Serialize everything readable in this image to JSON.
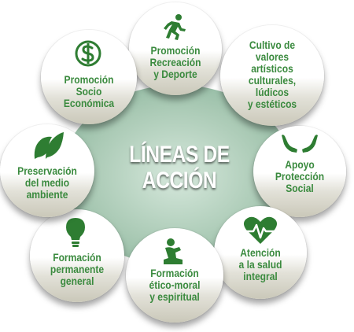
{
  "hub": {
    "title_line1": "LÍNEAS DE",
    "title_line2": "ACCIÓN"
  },
  "nodes": [
    {
      "lines": [
        "Promoción",
        "Recreación",
        "y Deporte"
      ],
      "icon": "running-person-icon"
    },
    {
      "lines": [
        "Cultivo de",
        "valores",
        "artísticos",
        "culturales,",
        "lúdicos",
        "y estéticos"
      ],
      "icon": ""
    },
    {
      "lines": [
        "Apoyo",
        "Protección",
        "Social"
      ],
      "icon": "caring-hands-icon"
    },
    {
      "lines": [
        "Atención",
        "a la salud",
        "integral"
      ],
      "icon": "heart-pulse-icon"
    },
    {
      "lines": [
        "Formación",
        "ético-moral",
        "y espiritual"
      ],
      "icon": "praying-person-icon"
    },
    {
      "lines": [
        "Formación",
        "permanente",
        "general"
      ],
      "icon": "lightbulb-icon"
    },
    {
      "lines": [
        "Preservación",
        "del medio",
        "ambiente"
      ],
      "icon": "leaves-icon"
    },
    {
      "lines": [
        "Promoción",
        "Socio",
        "Económica"
      ],
      "icon": "globe-dollar-icon"
    }
  ],
  "colors": {
    "text_green": "#3a8a3e",
    "icon_green": "#2e7d32",
    "hub_center": "#d6e8dc",
    "hub_edge": "#7fae94"
  }
}
